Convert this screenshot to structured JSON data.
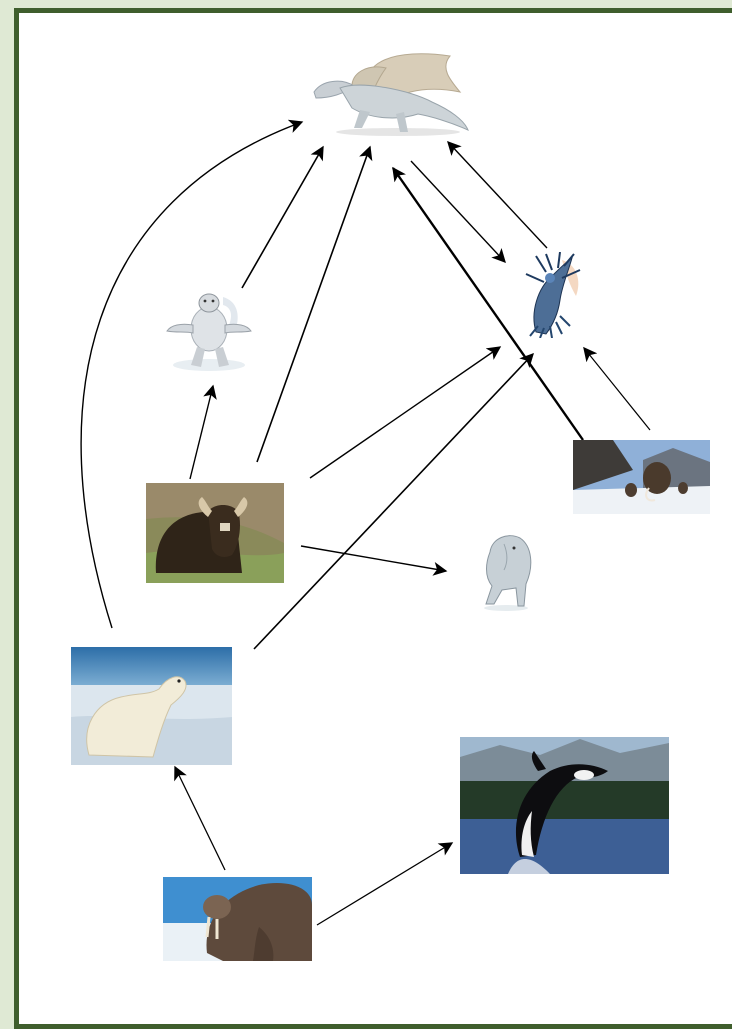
{
  "diagram": {
    "type": "food-web",
    "nodes": [
      {
        "id": "dragon",
        "icon": "white-dragon-icon"
      },
      {
        "id": "yeti",
        "icon": "yeti-icon"
      },
      {
        "id": "remorhaz",
        "icon": "remorhaz-icon"
      },
      {
        "id": "musk_ox",
        "icon": "musk-ox-photo"
      },
      {
        "id": "mammoth",
        "icon": "mammoth-photo"
      },
      {
        "id": "winter_wolf",
        "icon": "winter-wolf-icon"
      },
      {
        "id": "polar_bear",
        "icon": "polar-bear-photo"
      },
      {
        "id": "orca",
        "icon": "orca-photo"
      },
      {
        "id": "walrus",
        "icon": "walrus-photo"
      }
    ],
    "edges": [
      {
        "from": "polar_bear",
        "to": "dragon"
      },
      {
        "from": "yeti",
        "to": "dragon"
      },
      {
        "from": "musk_ox",
        "to": "dragon"
      },
      {
        "from": "mammoth",
        "to": "dragon"
      },
      {
        "from": "remorhaz",
        "to": "dragon"
      },
      {
        "from": "dragon",
        "to": "remorhaz"
      },
      {
        "from": "musk_ox",
        "to": "yeti"
      },
      {
        "from": "musk_ox",
        "to": "remorhaz"
      },
      {
        "from": "polar_bear",
        "to": "remorhaz"
      },
      {
        "from": "mammoth",
        "to": "remorhaz"
      },
      {
        "from": "musk_ox",
        "to": "winter_wolf"
      },
      {
        "from": "walrus",
        "to": "polar_bear"
      },
      {
        "from": "walrus",
        "to": "orca"
      }
    ]
  }
}
